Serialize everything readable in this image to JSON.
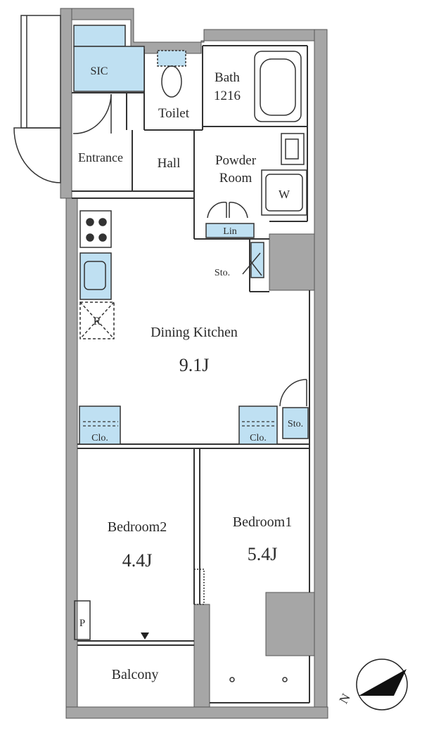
{
  "rooms": {
    "sic": "SIC",
    "bath": "Bath",
    "bath_size": "1216",
    "toilet": "Toilet",
    "entrance": "Entrance",
    "hall": "Hall",
    "powder_room_line1": "Powder",
    "powder_room_line2": "Room",
    "washer": "W",
    "linen": "Lin",
    "storage_top": "Sto.",
    "refrigerator": "R",
    "dining_kitchen": "Dining Kitchen",
    "dining_kitchen_size": "9.1J",
    "storage_right": "Sto.",
    "closet_left": "Clo.",
    "closet_right": "Clo.",
    "bedroom2": "Bedroom2",
    "bedroom2_size": "4.4J",
    "bedroom1": "Bedroom1",
    "bedroom1_size": "5.4J",
    "pipe_space": "P",
    "balcony": "Balcony"
  },
  "compass": {
    "north_label": "N"
  },
  "colors": {
    "wall": "#a6a6a6",
    "storage_fill": "#bfe0f2",
    "line": "#333333"
  }
}
